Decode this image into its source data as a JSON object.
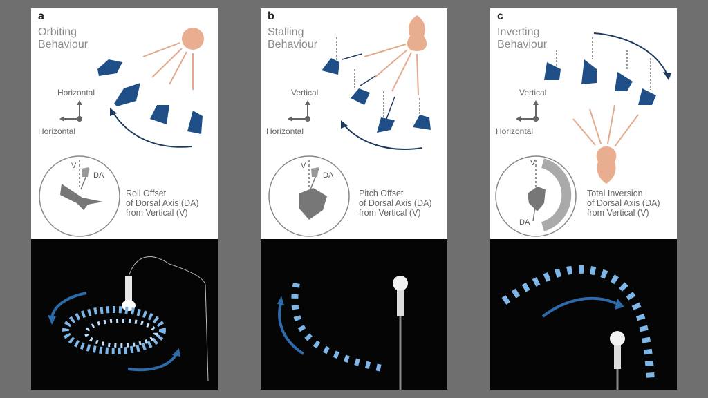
{
  "panels": [
    {
      "letter": "a",
      "title_line1": "Orbiting",
      "title_line2": "Behaviour",
      "axis_top": "Horizontal",
      "axis_left": "Horizontal",
      "desc_line1": "Roll Offset",
      "desc_line2": "of Dorsal Axis (DA)",
      "desc_line3": "from Vertical (V)",
      "v_label": "V",
      "da_label": "DA"
    },
    {
      "letter": "b",
      "title_line1": "Stalling",
      "title_line2": "Behaviour",
      "axis_top": "Vertical",
      "axis_left": "Horizontal",
      "desc_line1": "Pitch Offset",
      "desc_line2": "of Dorsal Axis (DA)",
      "desc_line3": "from Vertical (V)",
      "v_label": "V",
      "da_label": "DA"
    },
    {
      "letter": "c",
      "title_line1": "Inverting",
      "title_line2": "Behaviour",
      "axis_top": "Vertical",
      "axis_left": "Horizontal",
      "desc_line1": "Total Inversion",
      "desc_line2": "of Dorsal Axis (DA)",
      "desc_line3": "from Vertical (V)",
      "v_label": "V",
      "da_label": "DA"
    }
  ],
  "colors": {
    "moth": "#1f4f86",
    "light": "#e9ad8f",
    "ray": "#e2a98d",
    "arrow": "#1f3a5f",
    "gray_shape": "#777777",
    "photo_moth": "#7eb6e8",
    "photo_arrow": "#2e6aa8"
  }
}
